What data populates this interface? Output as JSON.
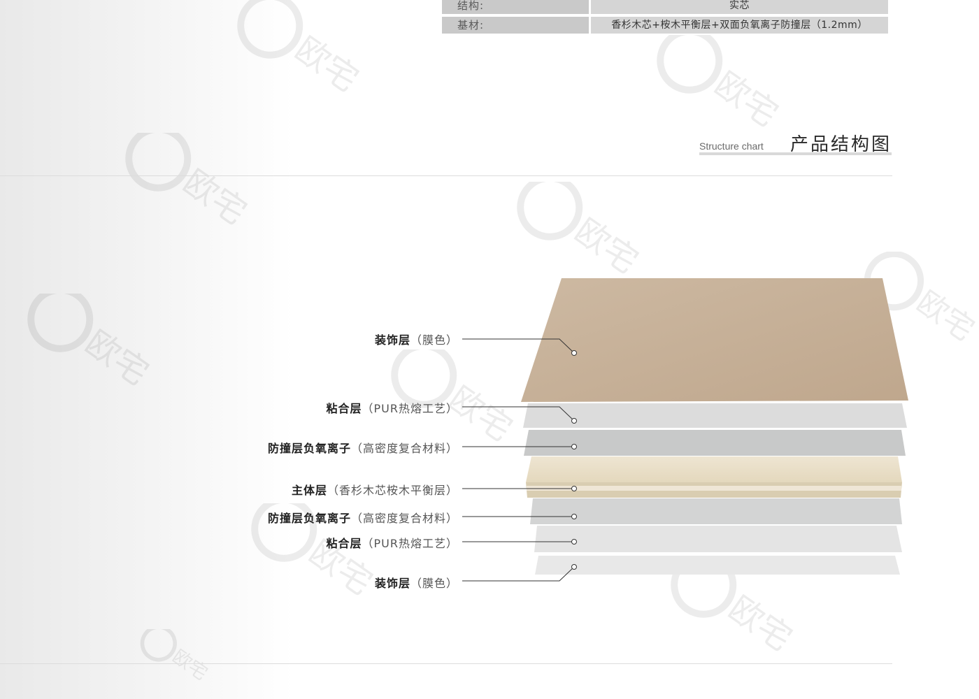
{
  "spec_table": {
    "rows": [
      {
        "label": "结构:",
        "value": "实芯"
      },
      {
        "label": "基材:",
        "value": "香杉木芯+桉木平衡层+双面负氧离子防撞层（1.2mm）"
      }
    ]
  },
  "heading": {
    "english": "Structure chart",
    "chinese": "产品结构图"
  },
  "layers": [
    {
      "main": "装饰层",
      "sub": "（膜色）"
    },
    {
      "main": "粘合层",
      "sub": "（PUR热熔工艺）"
    },
    {
      "main": "防撞层负氧离子",
      "sub": "（高密度复合材料）"
    },
    {
      "main": "主体层",
      "sub": "（香杉木芯桉木平衡层）"
    },
    {
      "main": "防撞层负氧离子",
      "sub": "（高密度复合材料）"
    },
    {
      "main": "粘合层",
      "sub": "（PUR热熔工艺）"
    },
    {
      "main": "装饰层",
      "sub": "（膜色）"
    }
  ],
  "watermark": {
    "text": "欧宅",
    "icon": "brand-logo-icon"
  },
  "colors": {
    "wood_top": "#c9b49c",
    "core": "#ece3cf",
    "grey_layer": "#cfd0d0",
    "light_layer": "#e3e3e3"
  }
}
